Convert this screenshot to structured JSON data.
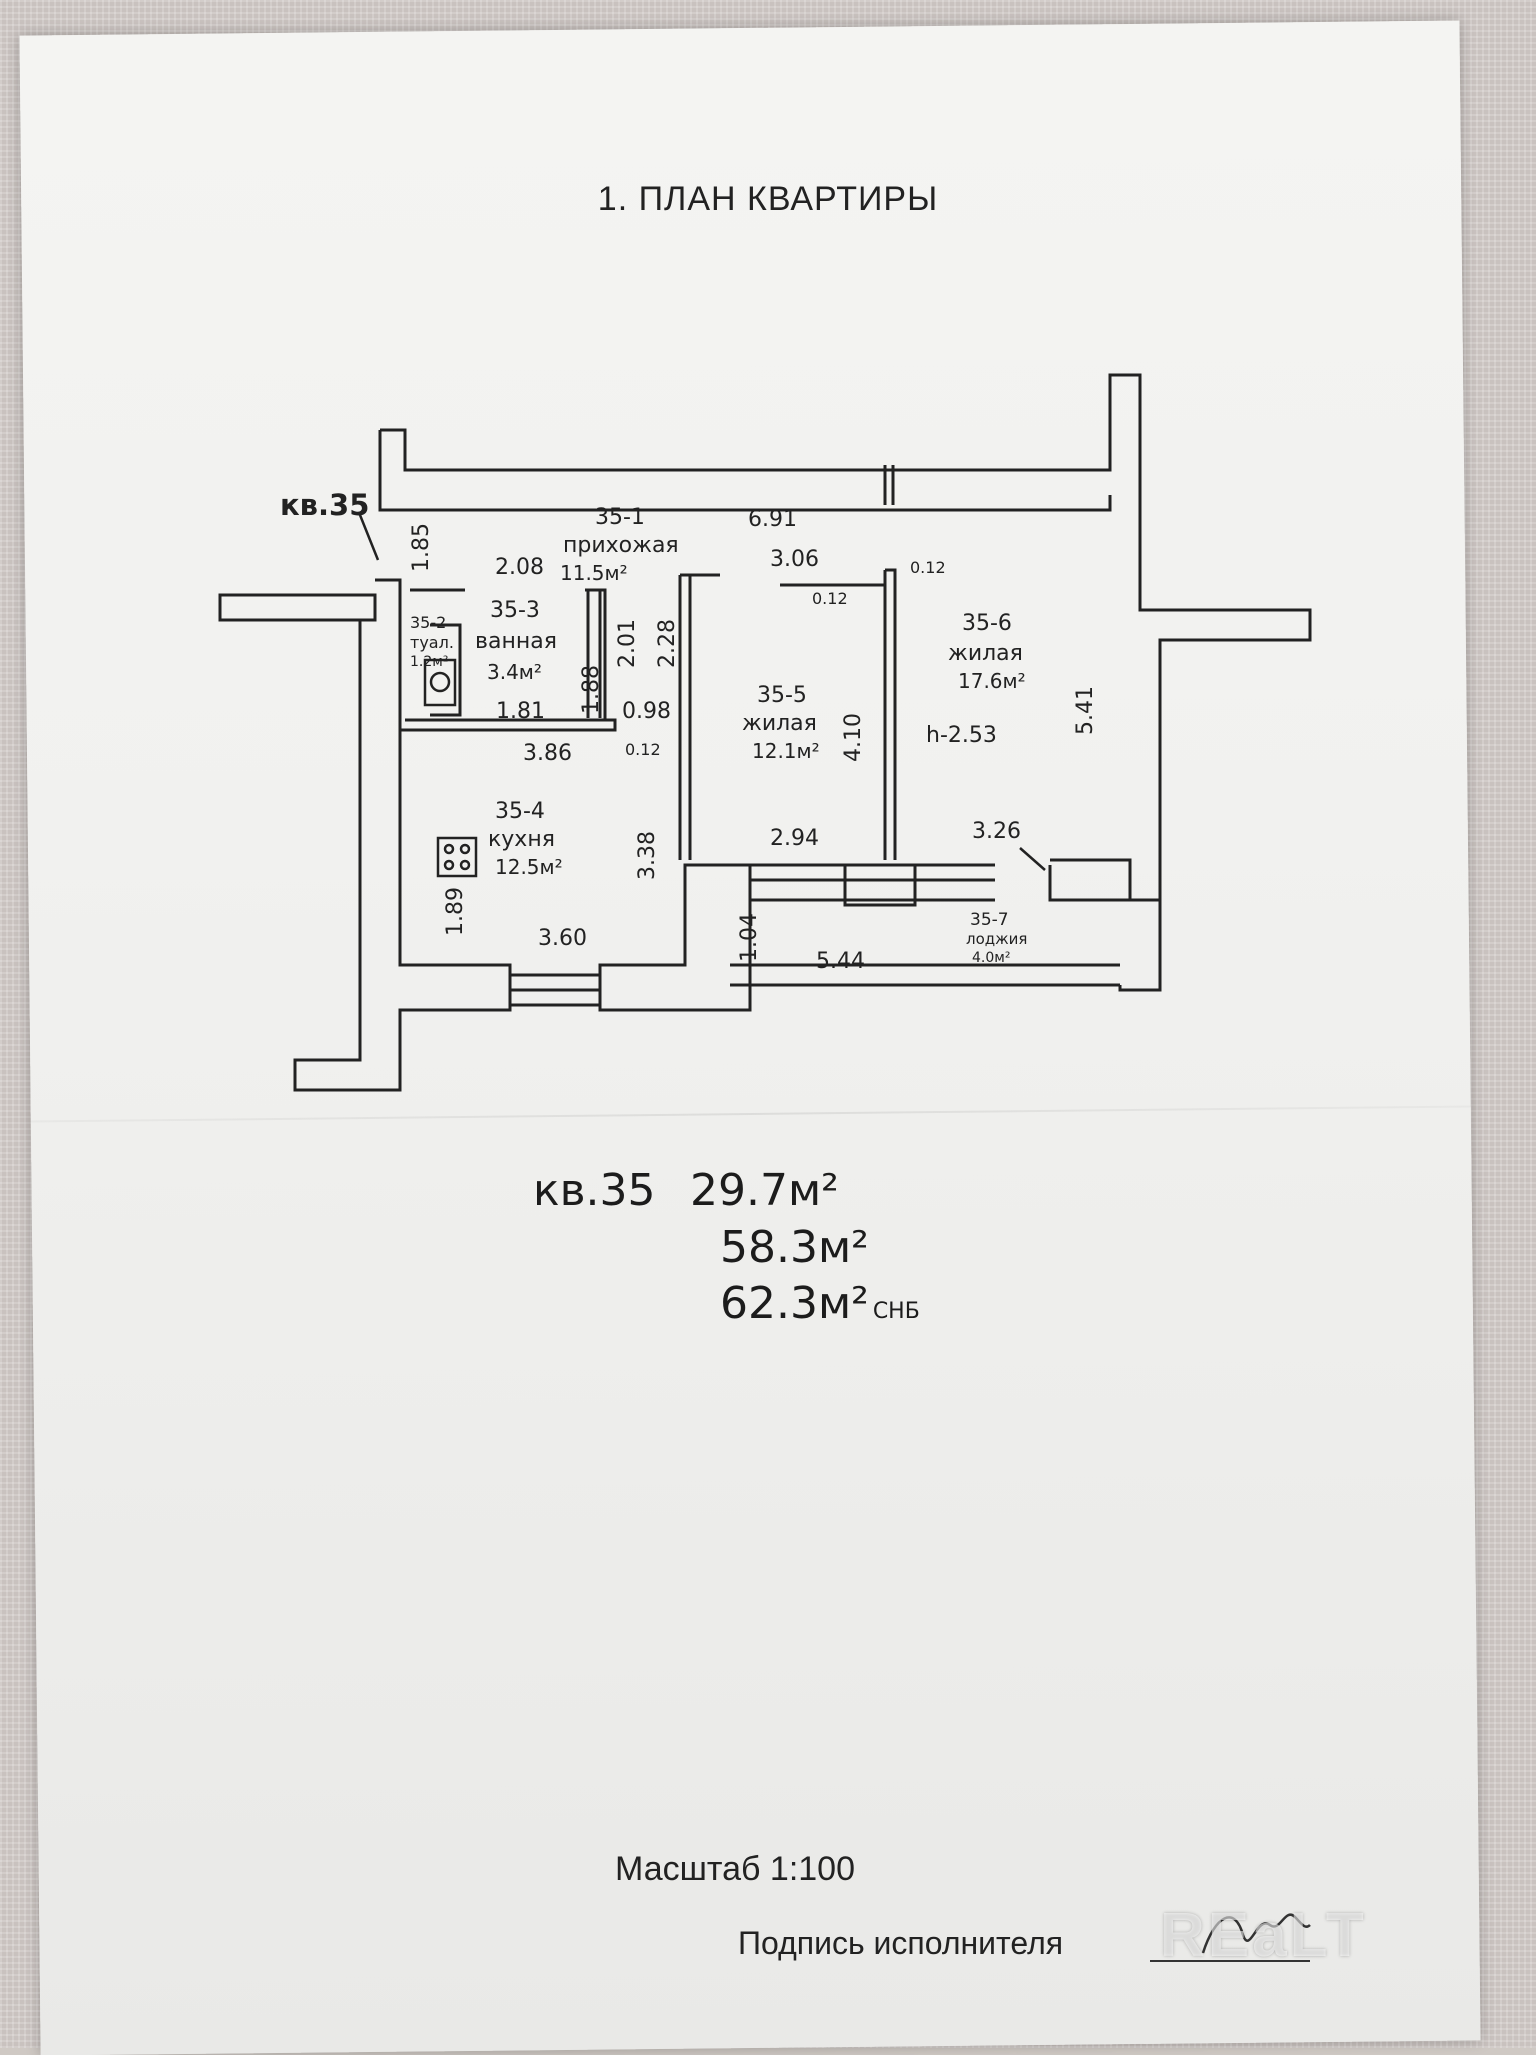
{
  "title": "1. ПЛАН КВАРТИРЫ",
  "flat_label": "кв.35",
  "rooms": [
    {
      "id": "35-1",
      "name": "прихожая",
      "area": "11.5м²"
    },
    {
      "id": "35-2",
      "name": "туал.",
      "area": "1.2м²"
    },
    {
      "id": "35-3",
      "name": "ванная",
      "area": "3.4м²"
    },
    {
      "id": "35-4",
      "name": "кухня",
      "area": "12.5м²"
    },
    {
      "id": "35-5",
      "name": "жилая",
      "area": "12.1м²"
    },
    {
      "id": "35-6",
      "name": "жилая",
      "area": "17.6м²"
    },
    {
      "id": "35-7",
      "name": "лоджия",
      "area": "4.0м²"
    }
  ],
  "dimensions": {
    "d_6_91": "6.91",
    "d_1_85": "1.85",
    "d_2_08": "2.08",
    "d_3_06": "3.06",
    "d_0_12_a": "0.12",
    "d_0_12_b": "0.12",
    "d_0_12_c": "0.12",
    "d_2_01": "2.01",
    "d_2_28": "2.28",
    "d_1_88": "1.88",
    "d_1_81": "1.81",
    "d_0_98": "0.98",
    "d_3_86": "3.86",
    "d_4_10": "4.10",
    "d_5_41": "5.41",
    "d_3_38": "3.38",
    "d_2_94": "2.94",
    "d_3_26": "3.26",
    "d_1_89": "1.89",
    "d_3_60": "3.60",
    "d_1_04": "1.04",
    "d_5_44": "5.44"
  },
  "ceiling_height": "h-2.53",
  "totals": {
    "flat": "кв.35",
    "living": "29.7м²",
    "total": "58.3м²",
    "total_snb": "62.3м²",
    "snb_label": "СНБ"
  },
  "scale": "Масштаб 1:100",
  "signature_label": "Подпись исполнителя",
  "watermark": "REaLT"
}
